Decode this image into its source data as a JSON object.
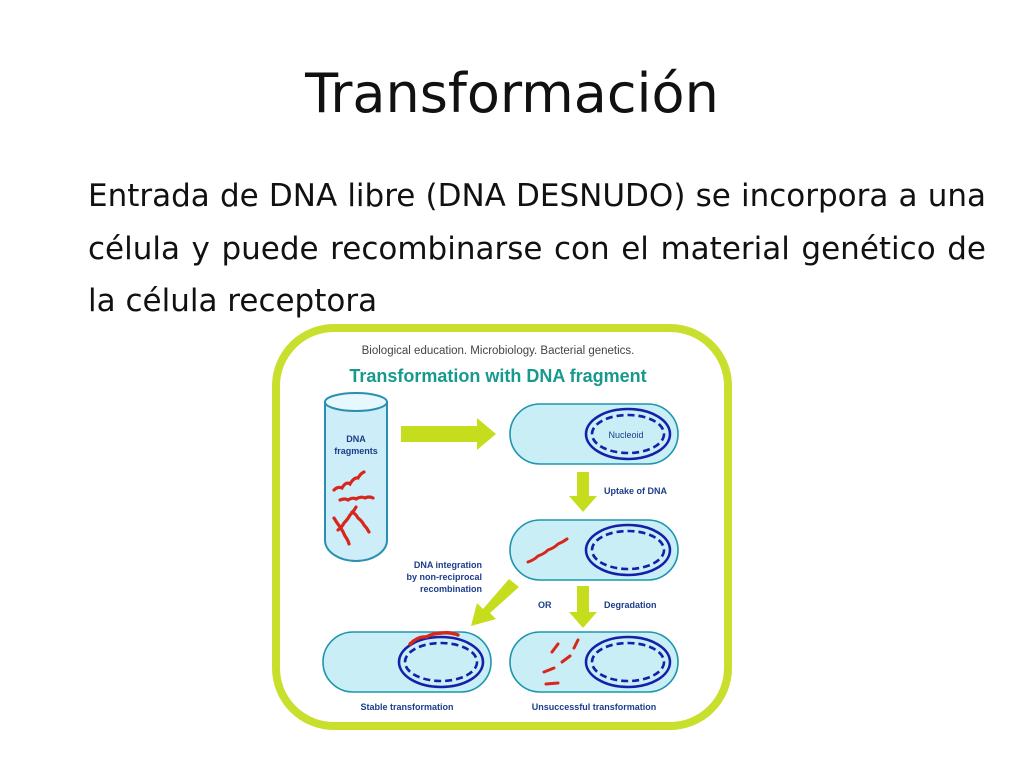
{
  "slide": {
    "title": "Transformación",
    "body": "Entrada de DNA libre (DNA DESNUDO) se incorpora a una célula y puede recombinarse con el material genético de la célula receptora"
  },
  "diagram": {
    "header": "Biological education. Microbiology. Bacterial genetics.",
    "title": "Transformation with DNA fragment",
    "tube_label_line1": "DNA",
    "tube_label_line2": "fragments",
    "nucleoid_label": "Nucleoid",
    "uptake_label": "Uptake of DNA",
    "integration_line1": "DNA integration",
    "integration_line2": "by non-reciprocal",
    "integration_line3": "recombination",
    "or_label": "OR",
    "degradation_label": "Degradation",
    "stable_label": "Stable transformation",
    "unsuccessful_label": "Unsuccessful transformation"
  },
  "colors": {
    "frame_green": "#c8df2e",
    "arrow_green": "#c6dd1e",
    "cell_fill": "#c9eef6",
    "cell_stroke": "#1d95ad",
    "dna_blue": "#1420a8",
    "dna_red": "#d8261c",
    "label_blue": "#1c3d8a",
    "title_teal": "#18998e"
  }
}
